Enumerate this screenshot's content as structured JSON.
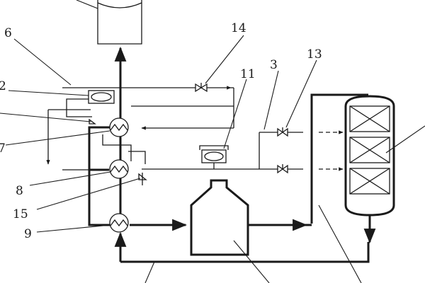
{
  "labels": {
    "l2": "2",
    "l3": "3",
    "l6": "6",
    "l7": "7",
    "l8": "8",
    "l9": "9",
    "l11": "11",
    "l13": "13",
    "l14": "14",
    "l15": "15"
  },
  "colors": {
    "line": "#1a1a1a",
    "background": "#ffffff"
  }
}
